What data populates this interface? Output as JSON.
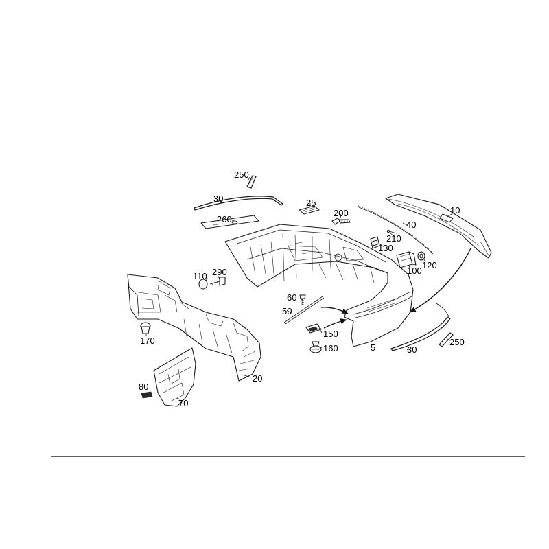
{
  "callouts": {
    "p5": "5",
    "p10": "10",
    "p20": "20",
    "p25": "25",
    "p30_left": "30",
    "p30_right": "30",
    "p40": "40",
    "p50": "50",
    "p60": "60",
    "p70": "70",
    "p80": "80",
    "p100": "100",
    "p110": "110",
    "p120": "120",
    "p130": "130",
    "p150": "150",
    "p160": "160",
    "p170": "170",
    "p200": "200",
    "p210": "210",
    "p250_left": "250",
    "p250_right": "250",
    "p260": "260",
    "p290": "290"
  }
}
